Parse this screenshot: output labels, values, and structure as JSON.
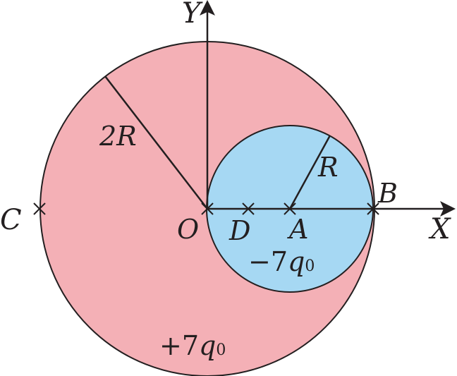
{
  "axes": {
    "x_label": "X",
    "y_label": "Y"
  },
  "points": {
    "origin": "O",
    "a": "A",
    "b": "B",
    "c": "C",
    "d": "D"
  },
  "radius_labels": {
    "big": "2R",
    "small": "R"
  },
  "charges": {
    "big_sign": "+7",
    "big_letter": "q",
    "big_sub": "0",
    "small_sign": "−7",
    "small_letter": "q",
    "small_sub": "0"
  },
  "colors": {
    "big_disk": "#f4b0b6",
    "small_disk": "#a6d8f3",
    "stroke": "#231f20"
  }
}
